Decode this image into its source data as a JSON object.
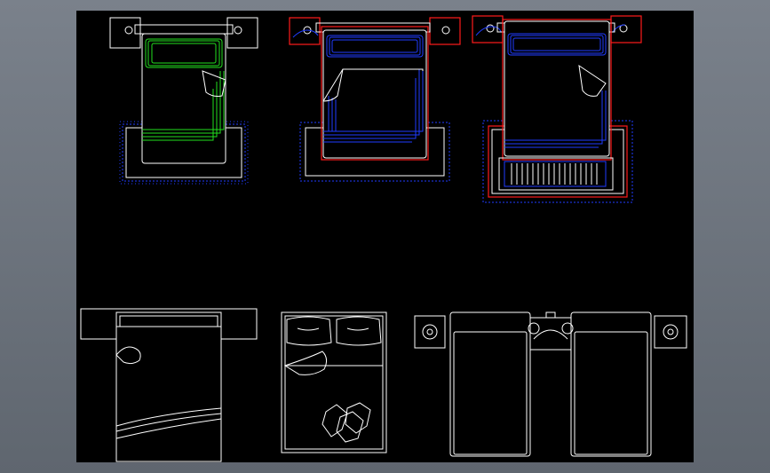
{
  "window": {
    "background": "#6b727c",
    "canvas_background": "#000000"
  },
  "drawing": {
    "colors": {
      "outline": "#ffffff",
      "frame": "#ff1a1a",
      "bedding_blue": "#1f3cff",
      "bedding_green": "#22e01e",
      "rug_fringe": "#1f3cff"
    },
    "blocks": [
      {
        "name": "bed-plan-green"
      },
      {
        "name": "bed-plan-blue"
      },
      {
        "name": "bed-plan-blue-with-bench"
      },
      {
        "name": "bed-plan-outline"
      },
      {
        "name": "bed-plan-pillows"
      },
      {
        "name": "twin-beds-plan"
      }
    ]
  }
}
